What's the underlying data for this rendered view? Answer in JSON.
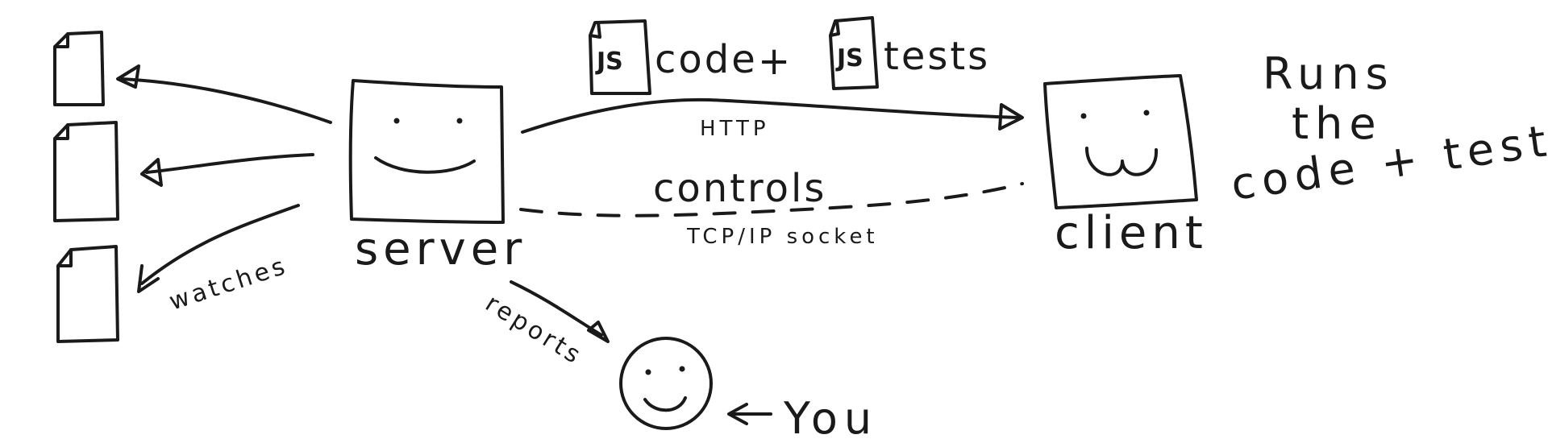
{
  "labels": {
    "server": "server",
    "client": "client",
    "watches": "watches",
    "reports": "reports",
    "you": "You",
    "code": "code",
    "plus": "+",
    "tests": "tests",
    "http": "HTTP",
    "controls": "controls",
    "tcp": "TCP/IP socket",
    "runs_line1": "Runs",
    "runs_line2": "the",
    "runs_line3": "code + tests",
    "js_code_icon": "JS",
    "js_tests_icon": "JS"
  },
  "icons": [
    "file-icon",
    "file-icon",
    "file-icon",
    "js-file-icon",
    "js-file-icon",
    "smiley-face-icon"
  ],
  "colors": {
    "ink": "#1a1a1a",
    "background": "#ffffff"
  }
}
